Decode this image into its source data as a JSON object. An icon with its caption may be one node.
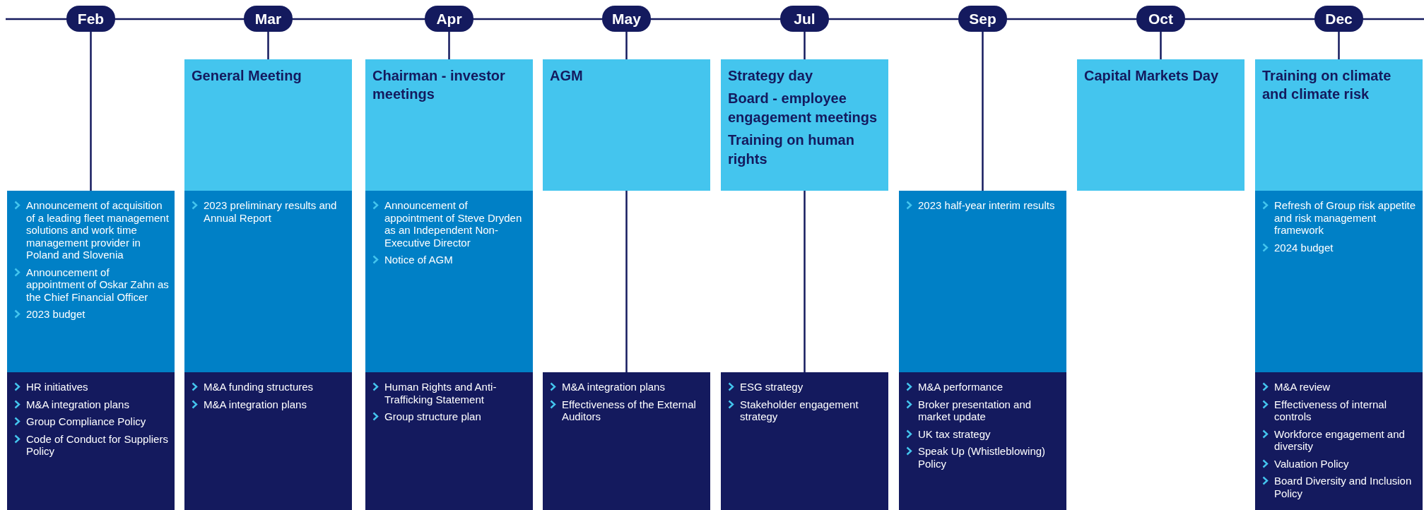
{
  "diagram": {
    "nodes": [
      {
        "text": [
          "Feb"
        ]
      },
      {
        "text": [
          "Announcement of acquisition of a leading fleet management solutions and work time management provider in Poland and Slovenia",
          "Announcement of appointment of Oskar Zahn as the Chief Financial Officer",
          "2023 budget"
        ]
      },
      {
        "text": [
          "HR initiatives",
          "M&A integration plans",
          "Group Compliance Policy",
          "Code of Conduct for Suppliers Policy"
        ]
      },
      {
        "text": [
          "Mar"
        ]
      },
      {
        "text": [
          "General Meeting"
        ]
      },
      {
        "text": [
          "2023 preliminary results and Annual Report"
        ]
      },
      {
        "text": [
          "M&A funding structures",
          "M&A integration plans"
        ]
      },
      {
        "text": [
          "Apr"
        ]
      },
      {
        "text": [
          "Chairman - investor meetings"
        ]
      },
      {
        "text": [
          "Announcement of appointment of Steve Dryden as an Independent Non-Executive Director",
          "Notice of AGM"
        ]
      },
      {
        "text": [
          "Human Rights and Anti-Trafficking Statement",
          "Group structure plan"
        ]
      },
      {
        "text": [
          "May"
        ]
      },
      {
        "text": [
          "AGM"
        ]
      },
      {
        "text": [
          "M&A integration plans",
          "Effectiveness of the External Auditors"
        ]
      },
      {
        "text": [
          "Jul"
        ]
      },
      {
        "text": [
          "Strategy day",
          "Board - employee engagement meetings",
          "Training on human rights"
        ]
      },
      {
        "text": [
          "ESG strategy",
          "Stakeholder engagement strategy"
        ]
      },
      {
        "text": [
          "Sep"
        ]
      },
      {
        "text": [
          "2023 half-year interim results"
        ]
      },
      {
        "text": [
          "M&A performance",
          "Broker presentation and market update",
          "UK tax strategy",
          "Speak Up (Whistleblowing) Policy"
        ]
      },
      {
        "text": [
          "Oct"
        ]
      },
      {
        "text": [
          "Capital Markets Day"
        ]
      },
      {
        "text": [
          "Dec"
        ]
      },
      {
        "text": [
          "Training on climate and climate risk"
        ]
      },
      {
        "text": [
          "Refresh of Group risk appetite and risk management framework",
          "2024 budget"
        ]
      },
      {
        "text": [
          "M&A review",
          "Effectiveness of internal controls",
          "Workforce engagement and diversity",
          "Valuation Policy",
          "Board Diversity and Inclusion Policy"
        ]
      }
    ],
    "edges": [
      {
        "from": 0,
        "to": 1,
        "arrow": "none"
      },
      {
        "from": 3,
        "to": 4,
        "arrow": "none"
      },
      {
        "from": 7,
        "to": 8,
        "arrow": "none"
      },
      {
        "from": 11,
        "to": 12,
        "arrow": "none"
      },
      {
        "from": 12,
        "to": 13,
        "arrow": "none"
      },
      {
        "from": 14,
        "to": 15,
        "arrow": "none"
      },
      {
        "from": 15,
        "to": 16,
        "arrow": "none"
      },
      {
        "from": 17,
        "to": 18,
        "arrow": "none"
      },
      {
        "from": 20,
        "to": 21,
        "arrow": "none"
      },
      {
        "from": 22,
        "to": 23,
        "arrow": "none"
      }
    ]
  }
}
